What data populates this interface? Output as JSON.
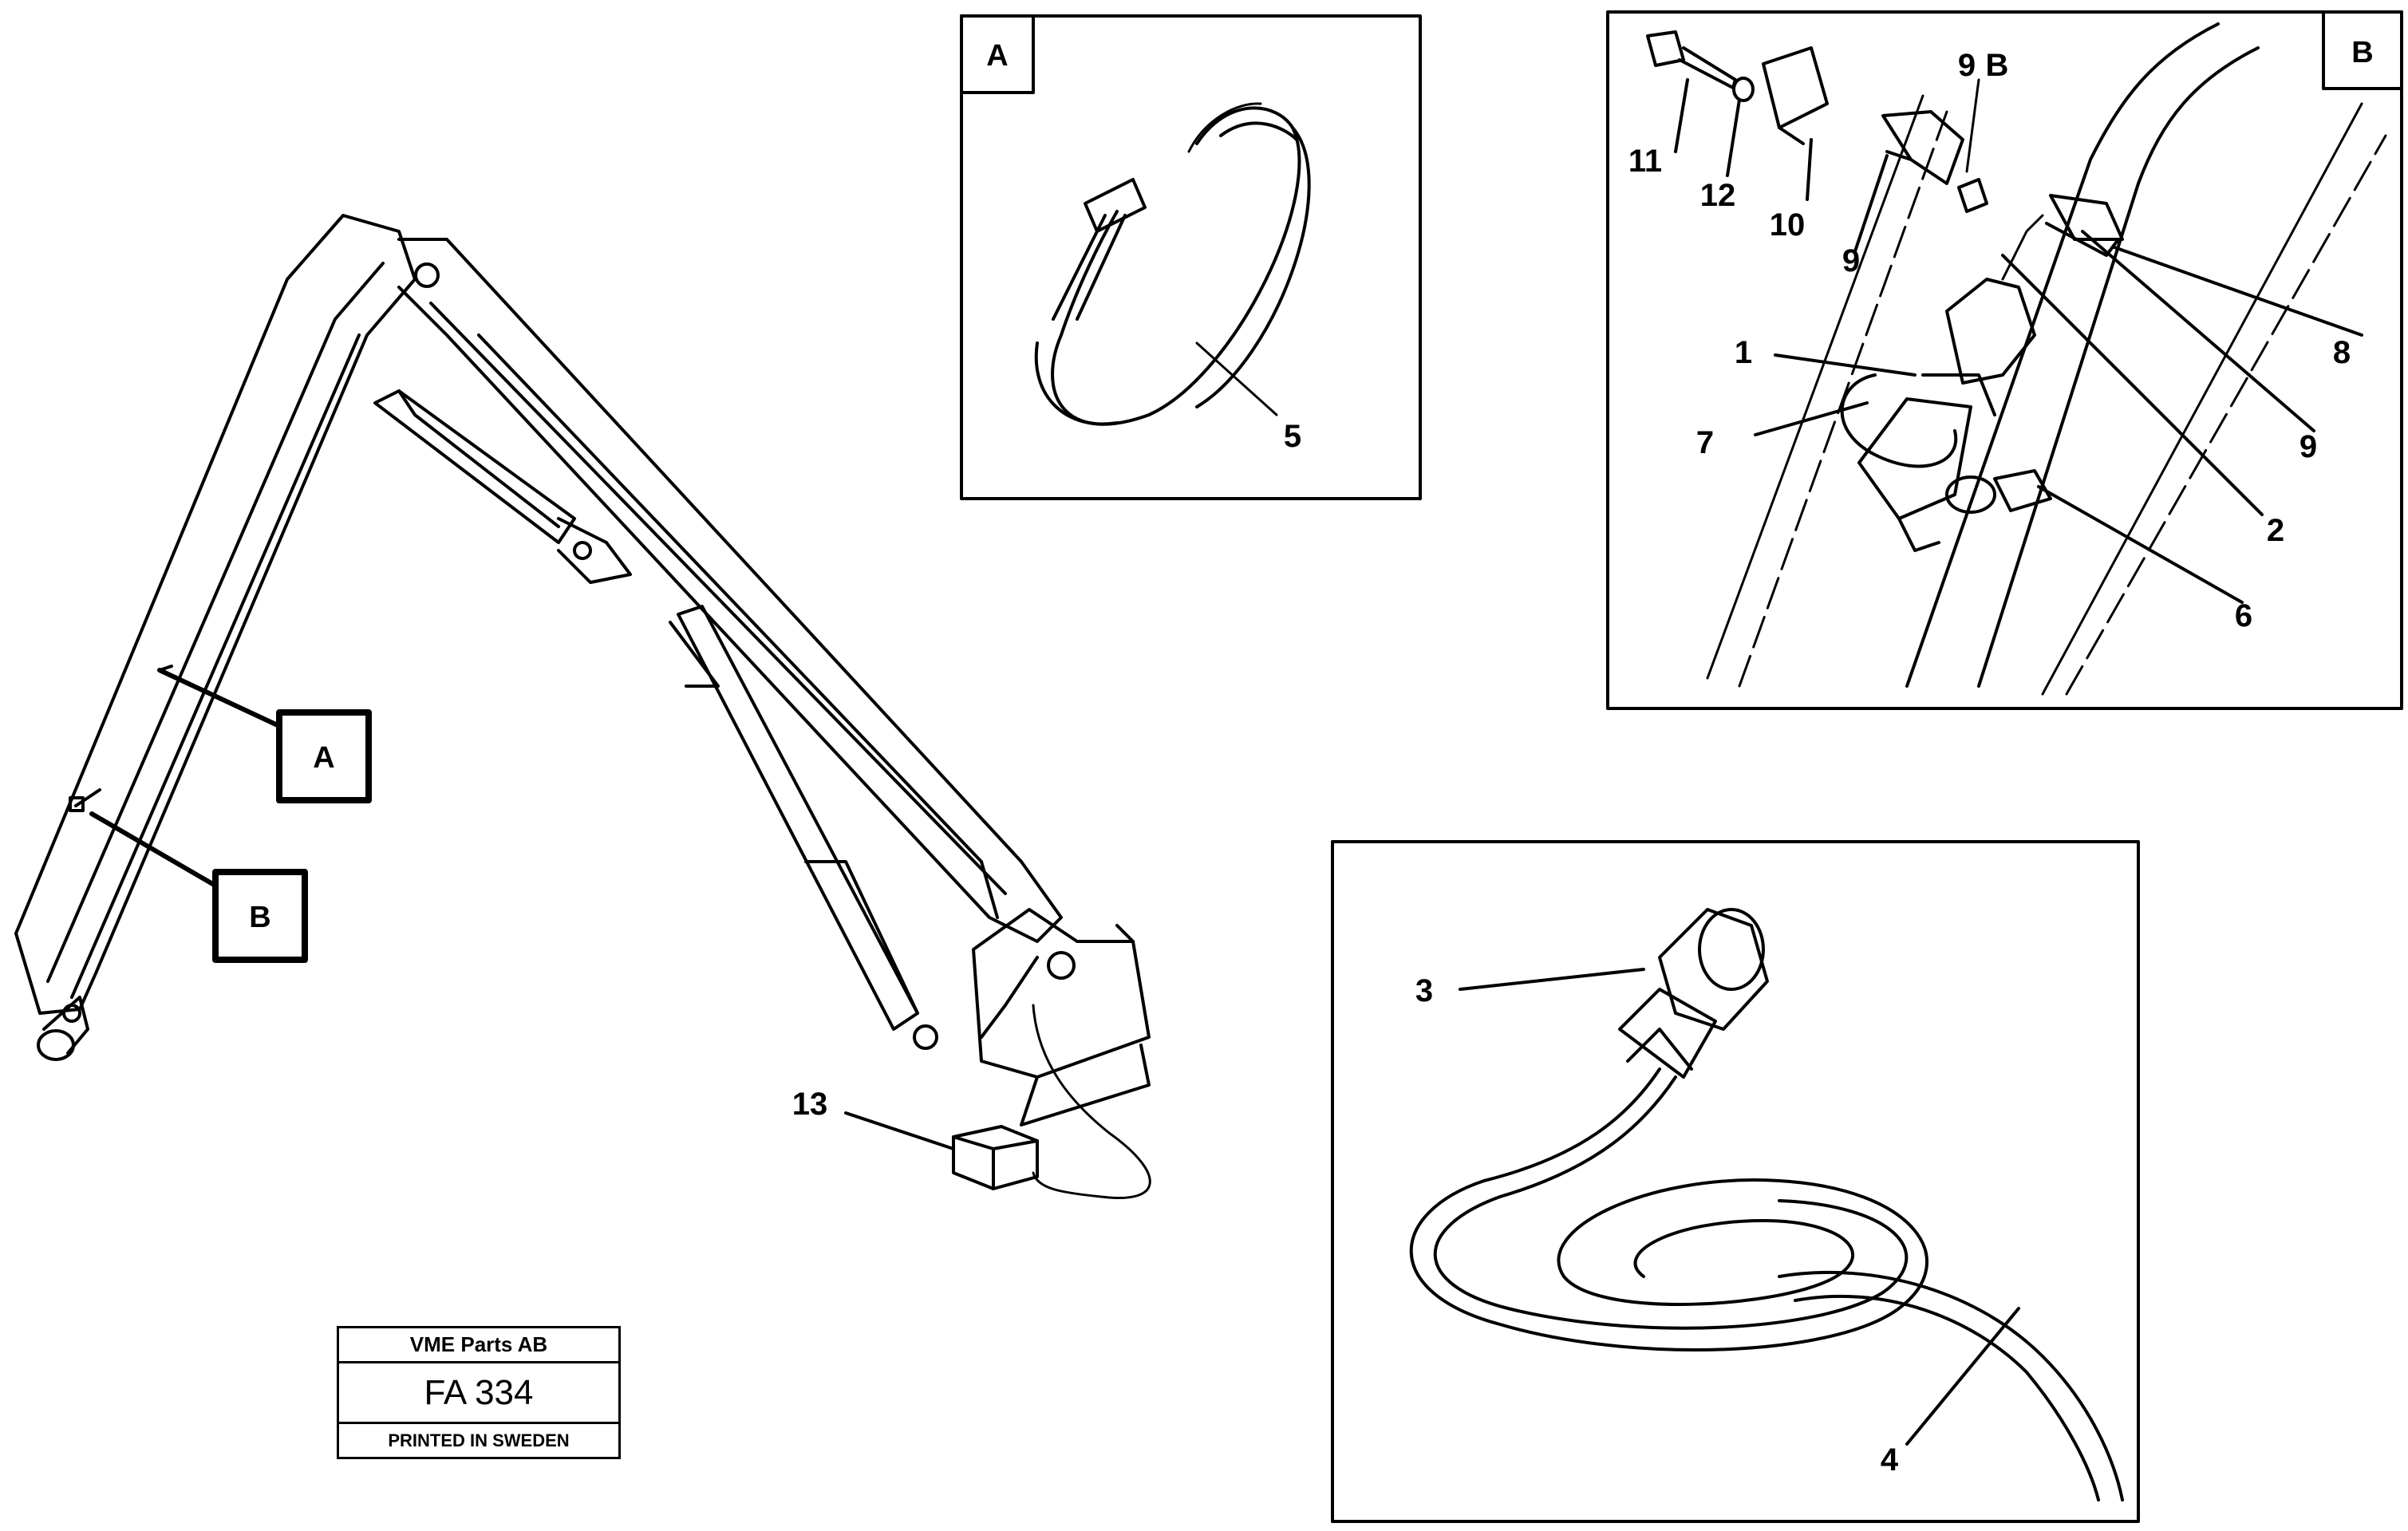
{
  "detail_labels": {
    "a": "A",
    "b": "B"
  },
  "part_numbers": {
    "p1": "1",
    "p2": "2",
    "p3": "3",
    "p4": "4",
    "p5": "5",
    "p6": "6",
    "p7": "7",
    "p8": "8",
    "p9a": "9",
    "p9b": "9",
    "p9c": "9",
    "p10": "10",
    "p11": "11",
    "p12": "12",
    "p13": "13"
  },
  "detail_b_ref": "B",
  "title_block": {
    "company": "VME Parts AB",
    "code": "FA 334",
    "printed": "PRINTED IN SWEDEN"
  }
}
